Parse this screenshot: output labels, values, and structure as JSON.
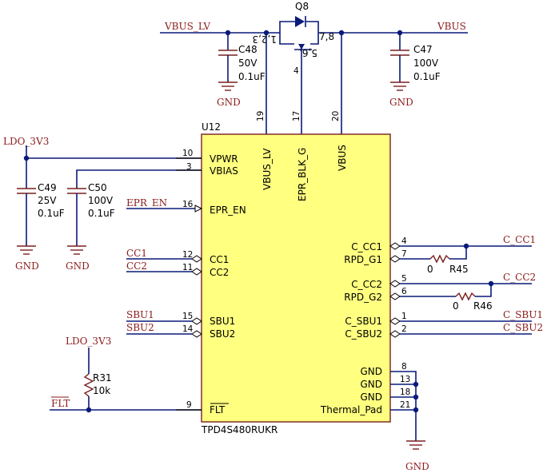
{
  "nets": {
    "vbus_lv": "VBUS_LV",
    "vbus": "VBUS",
    "gnd": "GND",
    "ldo_3v3": "LDO_3V3",
    "epr_en": "EPR_EN",
    "cc1": "CC1",
    "cc2": "CC2",
    "sbu1": "SBU1",
    "sbu2": "SBU2",
    "flt": "FLT",
    "c_cc1": "C_CC1",
    "c_cc2": "C_CC2",
    "c_sbu1": "C_SBU1",
    "c_sbu2": "C_SBU2"
  },
  "q8": {
    "ref": "Q8",
    "pins_left": "1,2,3",
    "pins_right": "7,8",
    "pins_right2": "5,6,",
    "gate_pin": "4"
  },
  "c48": {
    "ref": "C48",
    "voltage": "50V",
    "value": "0.1uF"
  },
  "c47": {
    "ref": "C47",
    "voltage": "100V",
    "value": "0.1uF"
  },
  "c49": {
    "ref": "C49",
    "voltage": "25V",
    "value": "0.1uF"
  },
  "c50": {
    "ref": "C50",
    "voltage": "100V",
    "value": "0.1uF"
  },
  "r31": {
    "ref": "R31",
    "value": "10k"
  },
  "r45": {
    "ref": "R45",
    "value": "0"
  },
  "r46": {
    "ref": "R46",
    "value": "0"
  },
  "u12": {
    "ref": "U12",
    "part": "TPD4S480RUKR",
    "top_pins": [
      {
        "num": "19",
        "name": "VBUS_LV"
      },
      {
        "num": "17",
        "name": "EPR_BLK_G"
      },
      {
        "num": "20",
        "name": "VBUS"
      }
    ],
    "left_pins": [
      {
        "num": "10",
        "name": "VPWR"
      },
      {
        "num": "3",
        "name": "VBIAS"
      },
      {
        "num": "16",
        "name": "EPR_EN"
      },
      {
        "num": "12",
        "name": "CC1"
      },
      {
        "num": "11",
        "name": "CC2"
      },
      {
        "num": "15",
        "name": "SBU1"
      },
      {
        "num": "14",
        "name": "SBU2"
      },
      {
        "num": "9",
        "name": "FLT"
      }
    ],
    "right_pins": [
      {
        "num": "4",
        "name": "C_CC1"
      },
      {
        "num": "7",
        "name": "RPD_G1"
      },
      {
        "num": "5",
        "name": "C_CC2"
      },
      {
        "num": "6",
        "name": "RPD_G2"
      },
      {
        "num": "1",
        "name": "C_SBU1"
      },
      {
        "num": "2",
        "name": "C_SBU2"
      },
      {
        "num": "8",
        "name": "GND"
      },
      {
        "num": "13",
        "name": "GND"
      },
      {
        "num": "18",
        "name": "GND"
      },
      {
        "num": "21",
        "name": "Thermal_Pad"
      }
    ]
  }
}
